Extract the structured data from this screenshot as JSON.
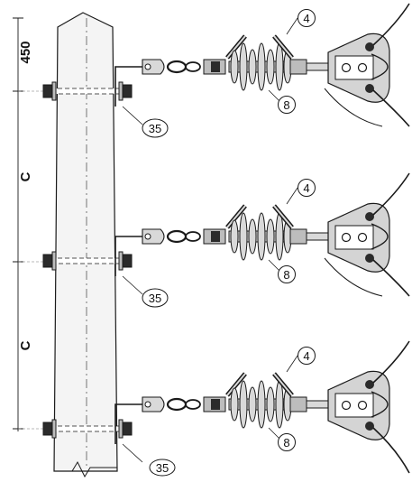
{
  "dimensions": {
    "top_spacing": "450",
    "spacing_1": "C",
    "spacing_2": "C"
  },
  "assemblies": [
    {
      "callout_top": "4",
      "callout_insulator": "8",
      "callout_bracket": "35"
    },
    {
      "callout_top": "4",
      "callout_insulator": "8",
      "callout_bracket": "35"
    },
    {
      "callout_top": "4",
      "callout_insulator": "8",
      "callout_bracket": "35"
    }
  ],
  "colors": {
    "line": "#1a1a1a",
    "pole_fill": "#f4f4f4",
    "insulator_fill": "#d9d9d9",
    "hardware_fill": "#bdbdbd",
    "dark_fill": "#2b2b2b",
    "plate_fill": "#d4d4d4"
  }
}
